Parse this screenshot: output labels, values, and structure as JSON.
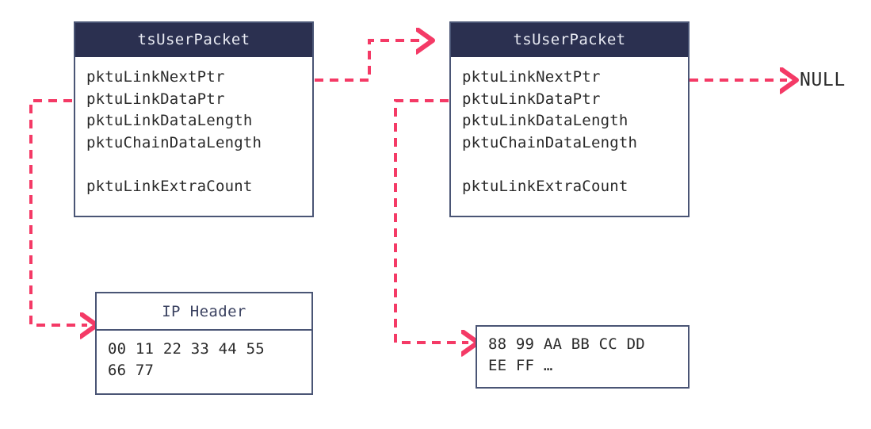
{
  "diagram": {
    "title_implicit": "packet chain structure diagram",
    "accent_arrow_color": "#f43a66",
    "box_border_color": "#4a5575",
    "header_fill_color": "#2b3050",
    "header_text_color": "#e8eaf2",
    "body_text_color": "#2a2a2a",
    "background_color": "#ffffff"
  },
  "packet1": {
    "title": "tsUserPacket",
    "fields": [
      "pktuLinkNextPtr",
      "pktuLinkDataPtr",
      "pktuLinkDataLength",
      "pktuChainDataLength",
      " ",
      "pktuLinkExtraCount"
    ]
  },
  "packet2": {
    "title": "tsUserPacket",
    "fields": [
      "pktuLinkNextPtr",
      "pktuLinkDataPtr",
      "pktuLinkDataLength",
      "pktuChainDataLength",
      " ",
      "pktuLinkExtraCount"
    ]
  },
  "ip_header_box": {
    "title": "IP Header",
    "lines": [
      "00 11 22 33 44 55",
      "66 77"
    ]
  },
  "data_box": {
    "lines": [
      "88 99 AA BB CC DD",
      "EE FF …"
    ]
  },
  "null_label": {
    "text": "NULL"
  },
  "arrows": [
    {
      "name": "packet1-next-to-packet2",
      "from": "packet1.pktuLinkNextPtr",
      "to": "packet2",
      "style": "dashed-elbow"
    },
    {
      "name": "packet1-data-to-ip-header",
      "from": "packet1.pktuLinkDataPtr",
      "to": "ip_header_box",
      "style": "dashed-elbow"
    },
    {
      "name": "packet2-next-to-null",
      "from": "packet2.pktuLinkNextPtr",
      "to": "null_label",
      "style": "dashed-straight"
    },
    {
      "name": "packet2-data-to-data-box",
      "from": "packet2.pktuLinkDataPtr",
      "to": "data_box",
      "style": "dashed-elbow"
    }
  ]
}
